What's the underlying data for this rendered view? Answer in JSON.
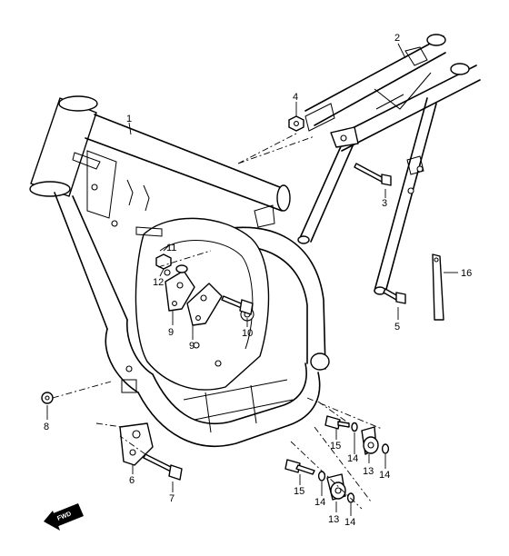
{
  "diagram": {
    "part_numbers": [
      "1",
      "2",
      "3",
      "4",
      "5",
      "6",
      "7",
      "8",
      "9",
      "9",
      "10",
      "11",
      "12",
      "13",
      "13",
      "14",
      "14",
      "14",
      "14",
      "15",
      "15",
      "16"
    ],
    "fwd_label": "FWD"
  }
}
